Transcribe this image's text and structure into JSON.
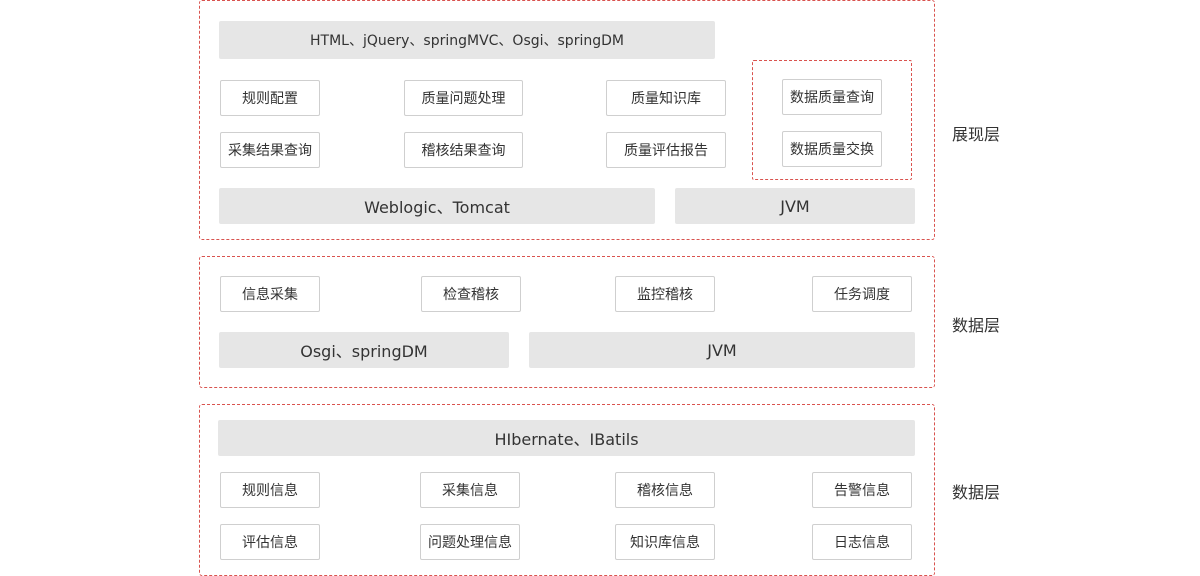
{
  "presentation": {
    "top_bar": "HTML、jQuery、springMVC、Osgi、springDM",
    "modules_row1": [
      "规则配置",
      "质量问题处理",
      "质量知识库"
    ],
    "modules_row2": [
      "采集结果查询",
      "稽核结果查询",
      "质量评估报告"
    ],
    "group_items": [
      "数据质量查询",
      "数据质量交换"
    ],
    "bottom_left": "Weblogic、Tomcat",
    "bottom_right": "JVM",
    "label": "展现层"
  },
  "data_layer": {
    "modules": [
      "信息采集",
      "检查稽核",
      "监控稽核",
      "任务调度"
    ],
    "bottom_left": "Osgi、springDM",
    "bottom_right": "JVM",
    "label": "数据层"
  },
  "storage_layer": {
    "top_bar": "HIbernate、IBatils",
    "modules_row1": [
      "规则信息",
      "采集信息",
      "稽核信息",
      "告警信息"
    ],
    "modules_row2": [
      "评估信息",
      "问题处理信息",
      "知识库信息",
      "日志信息"
    ],
    "label": "数据层"
  }
}
